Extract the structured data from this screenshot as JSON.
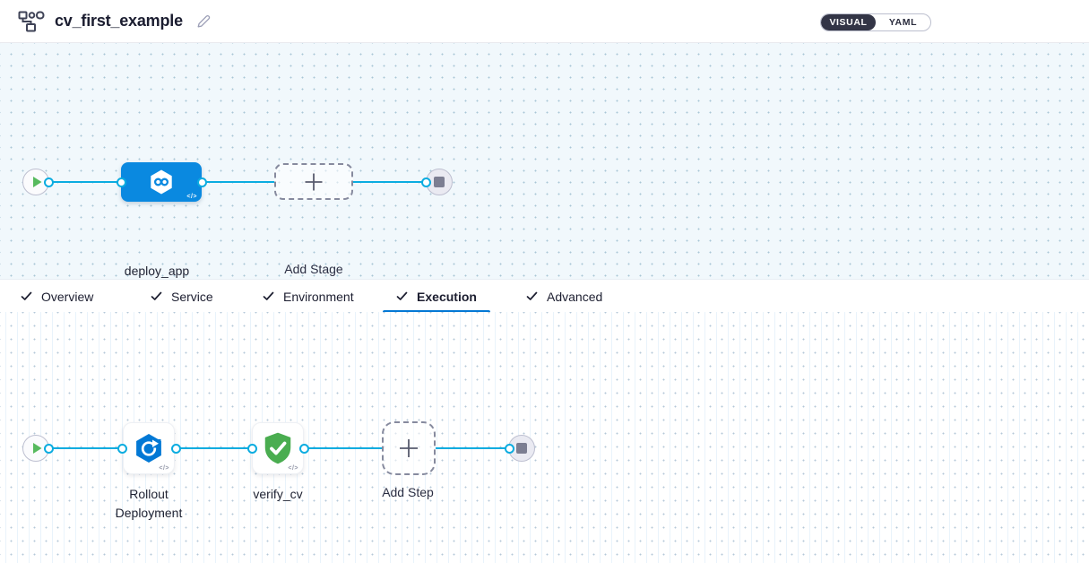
{
  "header": {
    "title": "cv_first_example",
    "pipeline_icon": "pipeline-graph-icon",
    "edit_icon": "pencil-icon",
    "view_toggle": {
      "options": [
        "VISUAL",
        "YAML"
      ],
      "selected": "VISUAL"
    }
  },
  "stage_canvas": {
    "start_node": "play",
    "end_node": "stop",
    "stage": {
      "name": "deploy_app",
      "icon": "cd-hexagon-infinity-icon",
      "code_badge": "</>"
    },
    "add_stage_label": "Add Stage"
  },
  "tabs": [
    {
      "label": "Overview",
      "checked": true,
      "active": false
    },
    {
      "label": "Service",
      "checked": true,
      "active": false
    },
    {
      "label": "Environment",
      "checked": true,
      "active": false
    },
    {
      "label": "Execution",
      "checked": true,
      "active": true
    },
    {
      "label": "Advanced",
      "checked": true,
      "active": false
    }
  ],
  "execution_canvas": {
    "start_node": "play",
    "end_node": "stop",
    "steps": [
      {
        "name": "Rollout Deployment",
        "icon": "k8s-rollout-hexagon-icon",
        "code_badge": "</>"
      },
      {
        "name": "verify_cv",
        "icon": "verify-shield-check-icon",
        "code_badge": "</>"
      }
    ],
    "add_step_label": "Add Step"
  },
  "colors": {
    "accent_blue": "#0278d5",
    "stage_blue": "#0a89e0",
    "connector_cyan": "#0bace0",
    "success_green": "#4aad50",
    "toggle_dark": "#333546",
    "canvas_top_bg": "#f1f8fc"
  }
}
